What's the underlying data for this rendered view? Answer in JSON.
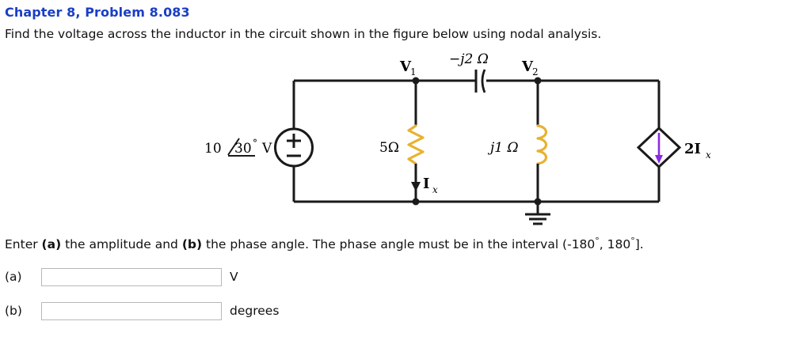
{
  "header": {
    "chapter": "Chapter 8, Problem 8.083",
    "problem_statement": "Find the voltage across the inductor in the circuit shown in the figure below using nodal analysis."
  },
  "circuit": {
    "source": {
      "label_magnitude": "10",
      "label_angle": "30",
      "label_degree": "°",
      "label_unit": "V",
      "plus": "+",
      "minus": "−",
      "name": "independent-voltage-source"
    },
    "nodes": [
      {
        "name": "V1",
        "label": "V",
        "subscript": "1"
      },
      {
        "name": "V2",
        "label": "V",
        "subscript": "2"
      }
    ],
    "components": [
      {
        "name": "capacitor",
        "label": "−j2 Ω"
      },
      {
        "name": "resistor",
        "label": "5Ω"
      },
      {
        "name": "inductor",
        "label": "j1 Ω"
      },
      {
        "name": "dependent-current-source",
        "label": "2I",
        "subscript": "x"
      }
    ],
    "current_label": {
      "symbol": "I",
      "subscript": "x"
    },
    "ground_label": "ground",
    "colors": {
      "wire": "#1a1a1a",
      "component": "#e8b230",
      "arrow_dependent": "#8a2be2",
      "heading": "#1a3fc4"
    }
  },
  "answers": {
    "instruction_prefix": "Enter ",
    "instruction_a": "(a)",
    "instruction_mid": " the amplitude and ",
    "instruction_b": "(b)",
    "instruction_suffix": " the phase angle. The phase angle must be in the interval (-180",
    "instruction_suffix2": ", 180",
    "instruction_suffix3": "].",
    "degree_symbol": "°",
    "rows": [
      {
        "label": "(a)",
        "value": "",
        "placeholder": "",
        "unit": "V"
      },
      {
        "label": "(b)",
        "value": "",
        "placeholder": "",
        "unit": "degrees"
      }
    ]
  }
}
